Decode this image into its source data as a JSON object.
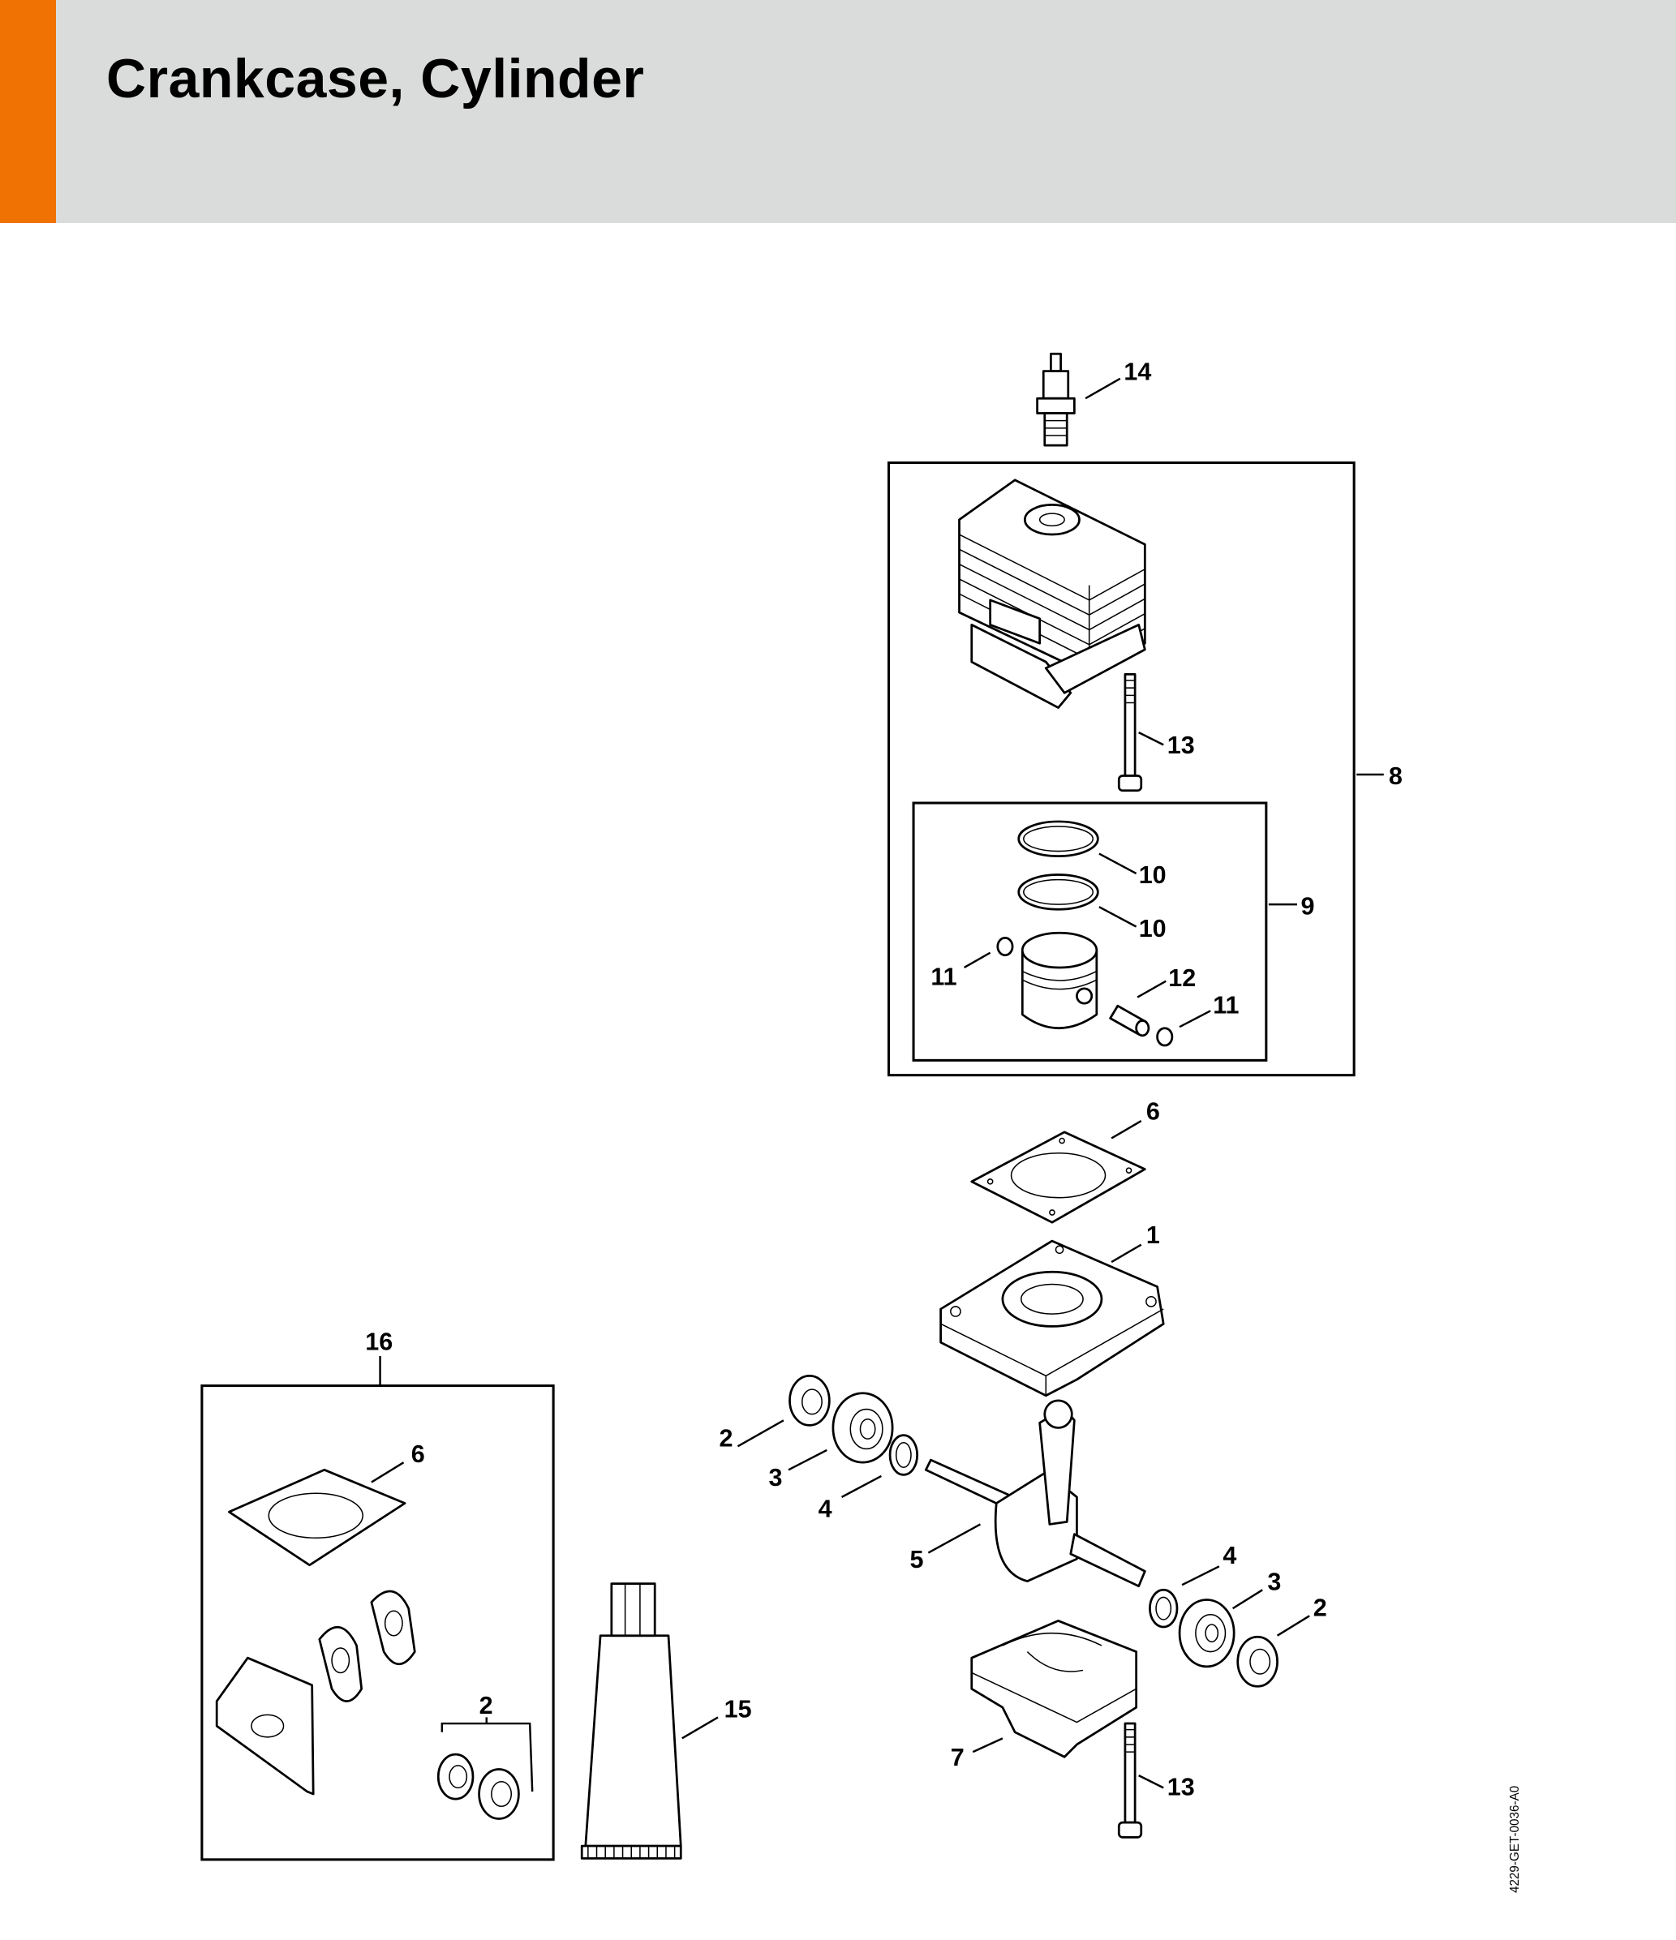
{
  "header": {
    "title": "Crankcase, Cylinder",
    "accent_color": "#ef7202",
    "background_color": "#dadcdb"
  },
  "diagram": {
    "drawing_code": "4229-GET-0036-A0",
    "callouts": {
      "spark_plug": "14",
      "cylinder_kit": "8",
      "cylinder_screw": "13",
      "piston_kit": "9",
      "ring_upper": "10",
      "ring_lower": "10",
      "circlip_left": "11",
      "piston_pin": "12",
      "circlip_right": "11",
      "gasket_top": "6",
      "crankcase_upper": "1",
      "oil_seal_left": "2",
      "bearing_left": "3",
      "washer_left": "4",
      "crankshaft": "5",
      "washer_right": "4",
      "bearing_right": "3",
      "oil_seal_right": "2",
      "crankcase_lower": "7",
      "crankcase_screw": "13",
      "gasket_set": "16",
      "gasket_set_gasket": "6",
      "gasket_set_seals": "2",
      "sealant_tube": "15"
    }
  }
}
